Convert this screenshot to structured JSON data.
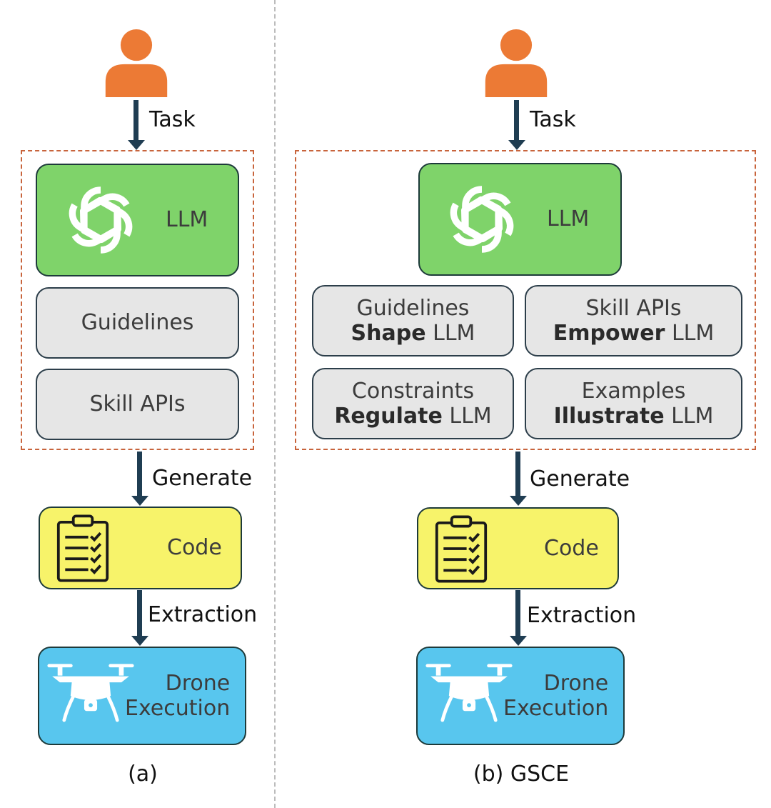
{
  "left": {
    "edge_task": "Task",
    "llm": "LLM",
    "guidelines": "Guidelines",
    "skill_apis": "Skill APIs",
    "edge_generate": "Generate",
    "code": "Code",
    "edge_extraction": "Extraction",
    "drone_line1": "Drone",
    "drone_line2": "Execution",
    "caption": "(a)"
  },
  "right": {
    "edge_task": "Task",
    "llm": "LLM",
    "guidelines_top": "Guidelines",
    "guidelines_bold": "Shape",
    "guidelines_rest": " LLM",
    "skill_top": "Skill APIs",
    "skill_bold": "Empower",
    "skill_rest": " LLM",
    "constraints_top": "Constraints",
    "constraints_bold": "Regulate",
    "constraints_rest": " LLM",
    "examples_top": "Examples",
    "examples_bold": "Illustrate",
    "examples_rest": " LLM",
    "edge_generate": "Generate",
    "code": "Code",
    "edge_extraction": "Extraction",
    "drone_line1": "Drone",
    "drone_line2": "Execution",
    "caption": "(b) GSCE"
  },
  "colors": {
    "person": "#ec7a35",
    "llm": "#7fd36a",
    "module": "#e6e6e6",
    "code": "#f7f36a",
    "drone": "#58c6ee",
    "arrow": "#1f3d52",
    "dashed_border": "#c8643c"
  },
  "icons": [
    "person-icon",
    "openai-logo-icon",
    "clipboard-checklist-icon",
    "drone-icon"
  ]
}
